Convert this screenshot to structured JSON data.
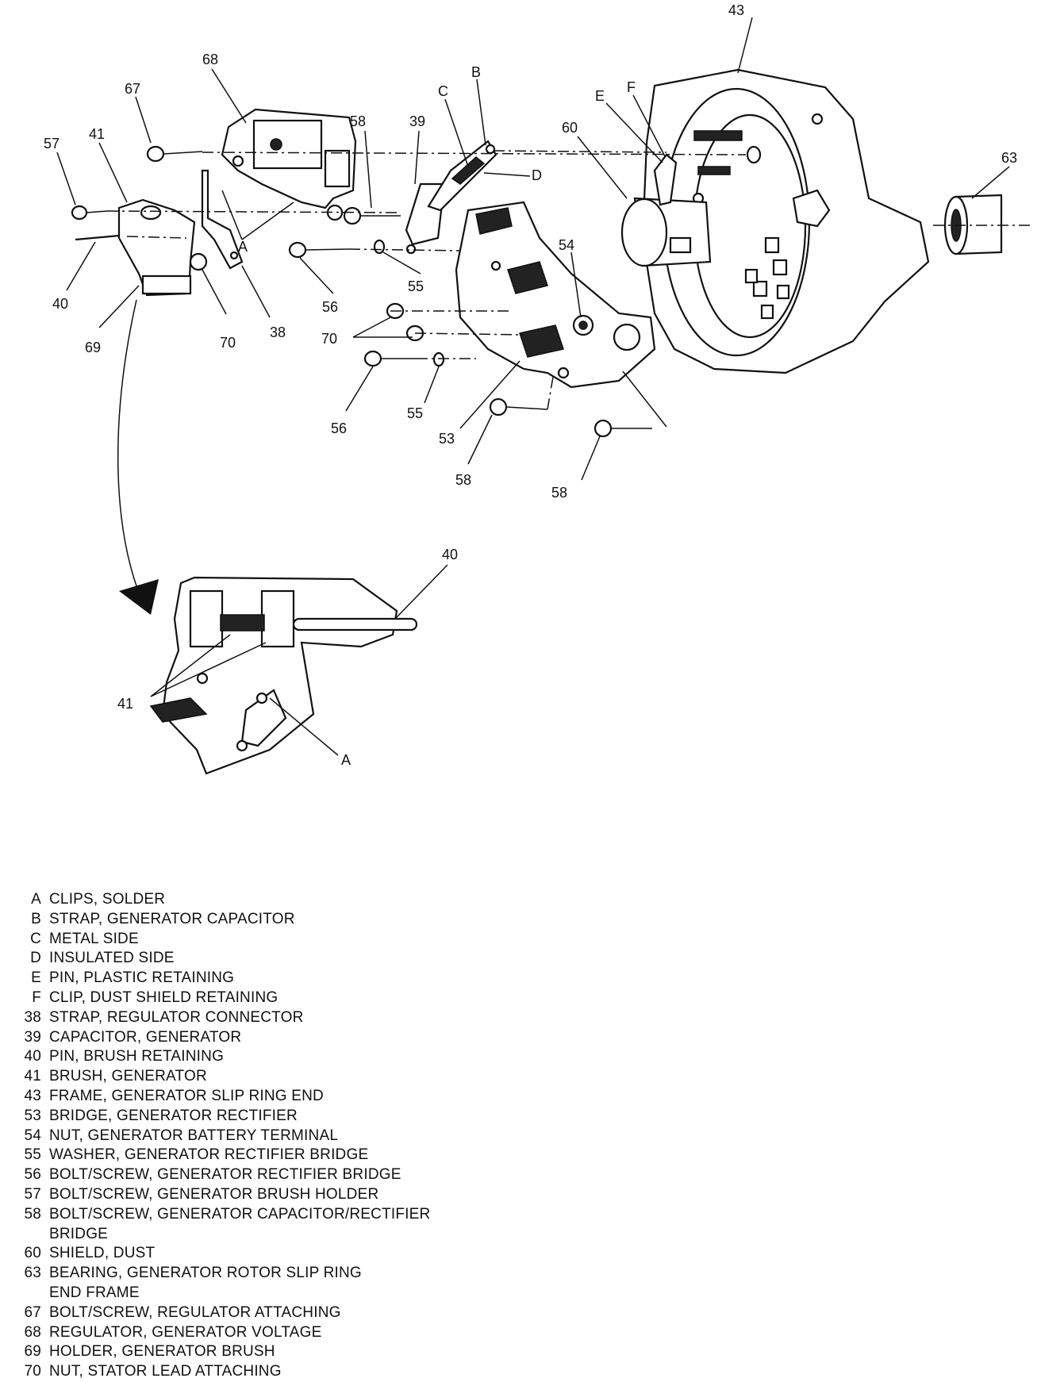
{
  "callouts": {
    "n43": "43",
    "n68": "68",
    "n67": "67",
    "B": "B",
    "C": "C",
    "n58_top": "58",
    "n39": "39",
    "E": "E",
    "F": "F",
    "n60": "60",
    "n57": "57",
    "n41_top": "41",
    "D": "D",
    "n63": "63",
    "A_top": "A",
    "n54": "54",
    "n40_top": "40",
    "n56_mid": "56",
    "n55_mid": "55",
    "n70_left": "70",
    "n38": "38",
    "n70_mid": "70",
    "n69": "69",
    "n55_low": "55",
    "n56_low": "56",
    "n53": "53",
    "n58_low1": "58",
    "n58_low2": "58",
    "n40_detail": "40",
    "n41_detail": "41",
    "A_detail": "A"
  },
  "legend": [
    {
      "key": "A",
      "desc": "CLIPS, SOLDER"
    },
    {
      "key": "B",
      "desc": "STRAP, GENERATOR CAPACITOR"
    },
    {
      "key": "C",
      "desc": "METAL SIDE"
    },
    {
      "key": "D",
      "desc": "INSULATED SIDE"
    },
    {
      "key": "E",
      "desc": "PIN, PLASTIC RETAINING"
    },
    {
      "key": "F",
      "desc": "CLIP, DUST SHIELD RETAINING"
    },
    {
      "key": "38",
      "desc": "STRAP, REGULATOR CONNECTOR"
    },
    {
      "key": "39",
      "desc": "CAPACITOR, GENERATOR"
    },
    {
      "key": "40",
      "desc": "PIN, BRUSH RETAINING"
    },
    {
      "key": "41",
      "desc": "BRUSH, GENERATOR"
    },
    {
      "key": "43",
      "desc": "FRAME, GENERATOR SLIP RING END"
    },
    {
      "key": "53",
      "desc": "BRIDGE, GENERATOR RECTIFIER"
    },
    {
      "key": "54",
      "desc": "NUT, GENERATOR BATTERY TERMINAL"
    },
    {
      "key": "55",
      "desc": "WASHER, GENERATOR RECTIFIER BRIDGE"
    },
    {
      "key": "56",
      "desc": "BOLT/SCREW, GENERATOR RECTIFIER BRIDGE"
    },
    {
      "key": "57",
      "desc": "BOLT/SCREW, GENERATOR BRUSH HOLDER"
    },
    {
      "key": "58",
      "desc": "BOLT/SCREW, GENERATOR CAPACITOR/RECTIFIER"
    },
    {
      "key": "",
      "desc": "BRIDGE"
    },
    {
      "key": "60",
      "desc": "SHIELD, DUST"
    },
    {
      "key": "63",
      "desc": "BEARING, GENERATOR ROTOR SLIP RING"
    },
    {
      "key": "",
      "desc": "END FRAME"
    },
    {
      "key": "67",
      "desc": "BOLT/SCREW, REGULATOR ATTACHING"
    },
    {
      "key": "68",
      "desc": "REGULATOR, GENERATOR VOLTAGE"
    },
    {
      "key": "69",
      "desc": "HOLDER, GENERATOR BRUSH"
    },
    {
      "key": "70",
      "desc": "NUT, STATOR LEAD ATTACHING"
    }
  ]
}
